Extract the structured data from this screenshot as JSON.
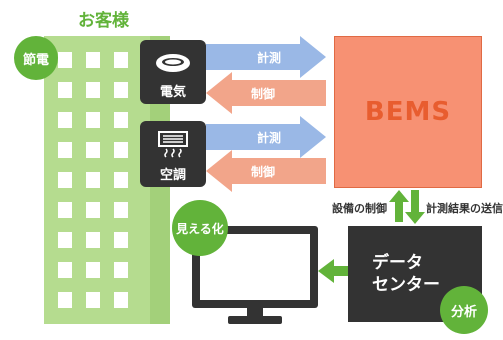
{
  "customer": {
    "title": "お客様"
  },
  "badges": {
    "energy_saving": "節電",
    "visualize": "見える化",
    "analysis": "分析"
  },
  "devices": [
    {
      "label": "電気",
      "icon": "ceiling-light-icon"
    },
    {
      "label": "空調",
      "icon": "air-conditioner-icon"
    }
  ],
  "arrows": {
    "measure_1": "計測",
    "control_1": "制御",
    "measure_2": "計測",
    "control_2": "制御"
  },
  "bems": {
    "label": "BEMS"
  },
  "data_center": {
    "line1": "データ",
    "line2": "センター"
  },
  "links": {
    "equipment_control": "設備の制御",
    "send_results": "計測結果の送信"
  },
  "colors": {
    "green": "#62b33a",
    "light_green": "#b5dc8f",
    "blue_arrow": "#9ab8e6",
    "salmon_arrow": "#f2a58a",
    "bems_fill": "#f79173",
    "bems_text": "#e85d2f",
    "dark": "#333333"
  }
}
